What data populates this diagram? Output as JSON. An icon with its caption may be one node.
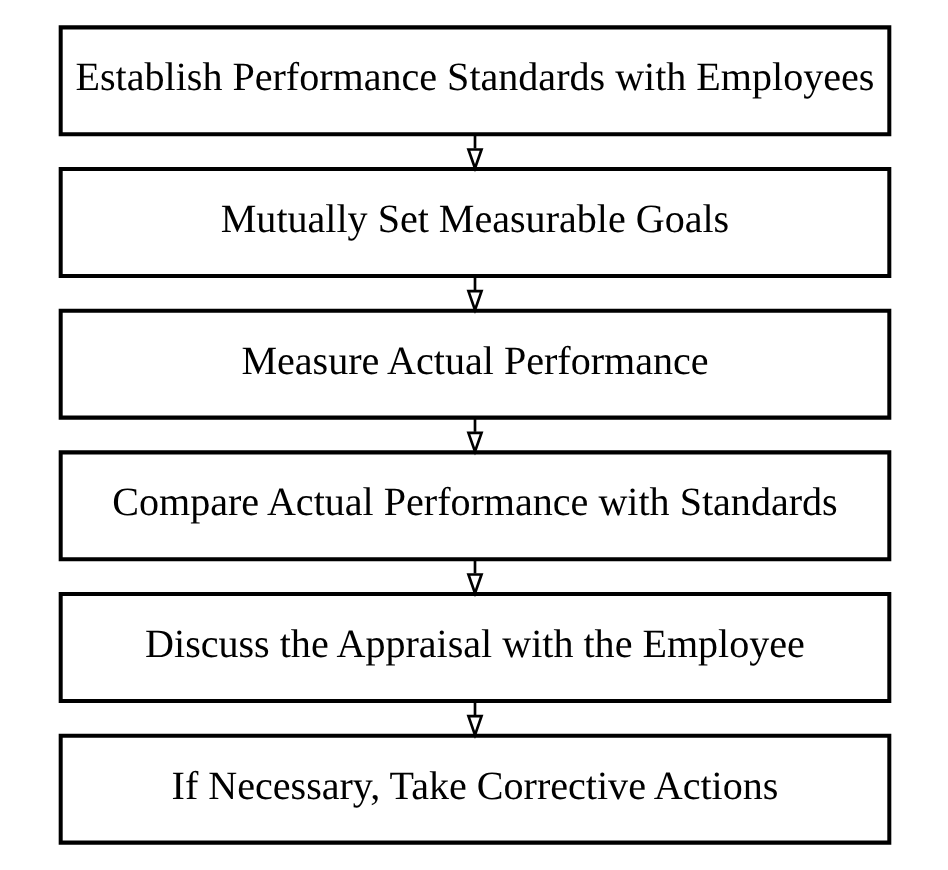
{
  "diagram": {
    "nodes": [
      {
        "text": [
          "Establish Performance Standards with Employees"
        ]
      },
      {
        "text": [
          "Mutually Set Measurable Goals"
        ]
      },
      {
        "text": [
          "Measure Actual Performance"
        ]
      },
      {
        "text": [
          "Compare Actual Performance with Standards"
        ]
      },
      {
        "text": [
          "Discuss the Appraisal with the Employee"
        ]
      },
      {
        "text": [
          "If Necessary, Take Corrective Actions"
        ]
      }
    ],
    "edges": [
      {
        "from": 0,
        "to": 1,
        "arrow": "to"
      },
      {
        "from": 1,
        "to": 2,
        "arrow": "to"
      },
      {
        "from": 2,
        "to": 3,
        "arrow": "to"
      },
      {
        "from": 3,
        "to": 4,
        "arrow": "to"
      },
      {
        "from": 4,
        "to": 5,
        "arrow": "to"
      }
    ]
  }
}
